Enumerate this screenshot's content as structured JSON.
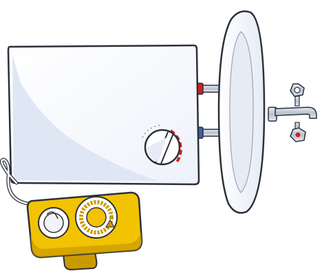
{
  "illustration": {
    "subject": "water-heater-with-sink-and-timer",
    "objects": [
      "water-heater-tank",
      "temperature-dial",
      "hot-water-pipe",
      "cold-water-pipe",
      "washbasin",
      "faucet",
      "hot-tap-handle",
      "cold-tap-handle",
      "power-cord",
      "plug-in-timer"
    ],
    "colors": {
      "outline": "#2b2f3a",
      "tank_fill": "#ffffff",
      "tank_shade": "#dfe6f4",
      "hot_accent": "#d61f1f",
      "cold_accent": "#3f5fb0",
      "timer_yellow": "#f2c300",
      "timer_yellow_dark": "#c99a00",
      "metal": "#b8c2cf"
    }
  }
}
